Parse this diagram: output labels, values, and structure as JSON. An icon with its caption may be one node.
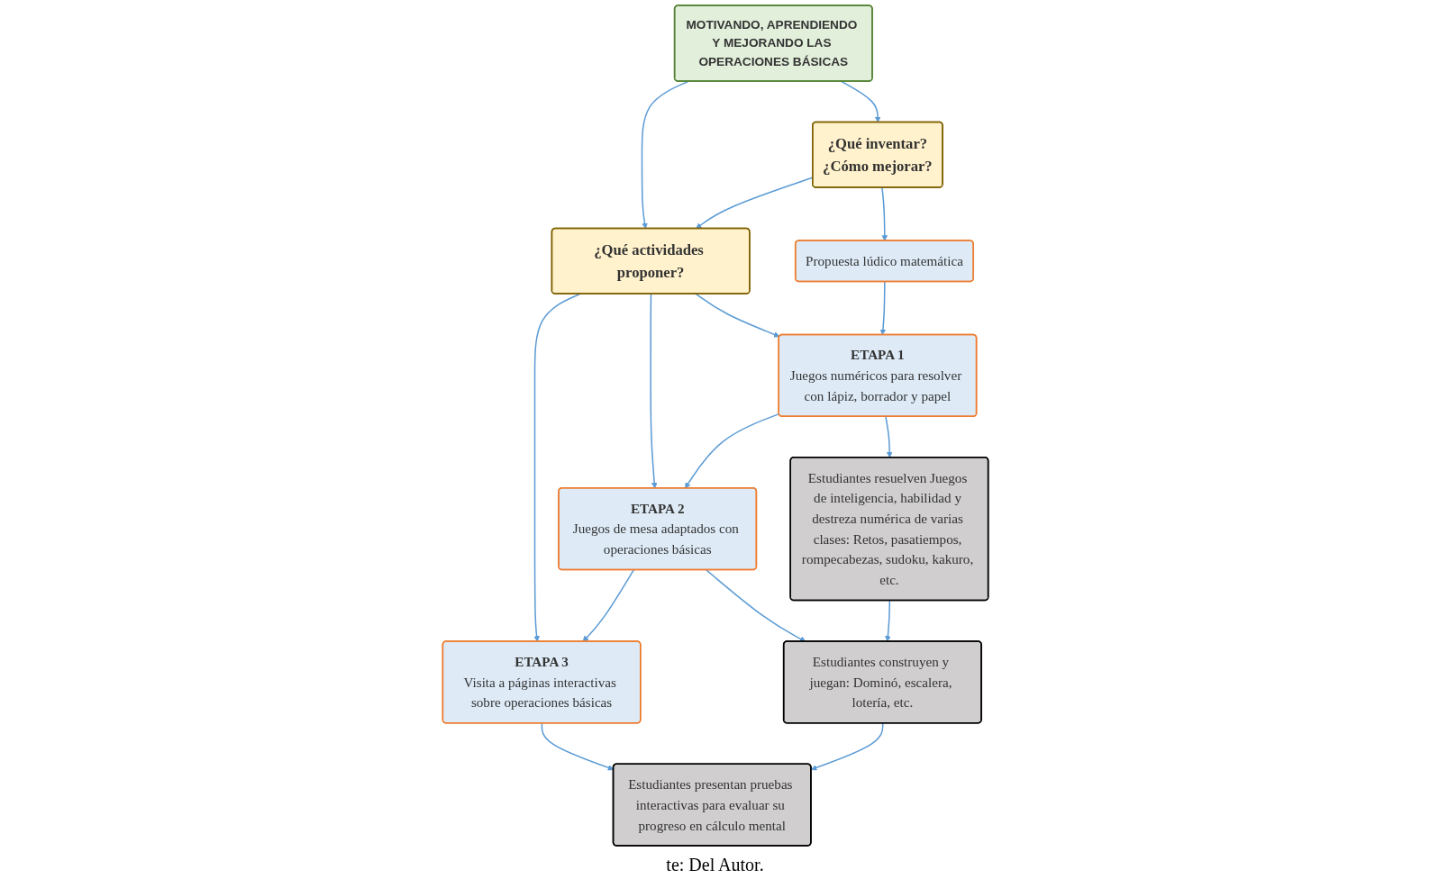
{
  "diagram": {
    "nodes": [
      {
        "text": [
          "MOTIVANDO, APRENDIENDO Y MEJORANDO LAS OPERACIONES BÁSICAS"
        ]
      },
      {
        "text": [
          "¿Qué inventar?",
          "¿Cómo mejorar?"
        ]
      },
      {
        "text": [
          "¿Qué actividades proponer?"
        ]
      },
      {
        "text": [
          "Propuesta lúdico matemática"
        ]
      },
      {
        "text": [
          "ETAPA 1",
          "Juegos numéricos para resolver con lápiz, borrador y papel"
        ]
      },
      {
        "text": [
          "ETAPA 2",
          "Juegos de mesa adaptados con operaciones básicas"
        ]
      },
      {
        "text": [
          "ETAPA 3",
          "Visita a páginas interactivas sobre operaciones básicas"
        ]
      },
      {
        "text": [
          "Estudiantes resuelven Juegos de inteligencia, habilidad y destreza numérica de varias clases: Retos, pasatiempos, rompecabezas, sudoku, kakuro, etc."
        ]
      },
      {
        "text": [
          "Estudiantes construyen y juegan: Dominó, escalera, lotería, etc."
        ]
      },
      {
        "text": [
          "Estudiantes presentan pruebas interactivas para evaluar su progreso en cálculo mental"
        ]
      }
    ],
    "edges": [
      {
        "from": 0,
        "to": 1,
        "arrow": "to"
      },
      {
        "from": 0,
        "to": 2,
        "arrow": "to"
      },
      {
        "from": 1,
        "to": 2,
        "arrow": "to"
      },
      {
        "from": 1,
        "to": 3,
        "arrow": "to"
      },
      {
        "from": 2,
        "to": 4,
        "arrow": "to"
      },
      {
        "from": 2,
        "to": 5,
        "arrow": "to"
      },
      {
        "from": 2,
        "to": 6,
        "arrow": "to"
      },
      {
        "from": 3,
        "to": 4,
        "arrow": "to"
      },
      {
        "from": 4,
        "to": 5,
        "arrow": "to"
      },
      {
        "from": 5,
        "to": 6,
        "arrow": "to"
      },
      {
        "from": 4,
        "to": 7,
        "arrow": "to"
      },
      {
        "from": 5,
        "to": 8,
        "arrow": "to"
      },
      {
        "from": 6,
        "to": 9,
        "arrow": "to"
      },
      {
        "from": 7,
        "to": 8,
        "arrow": "to"
      },
      {
        "from": 8,
        "to": 9,
        "arrow": "to"
      }
    ],
    "labels": [
      "te:  Del Autor."
    ]
  }
}
